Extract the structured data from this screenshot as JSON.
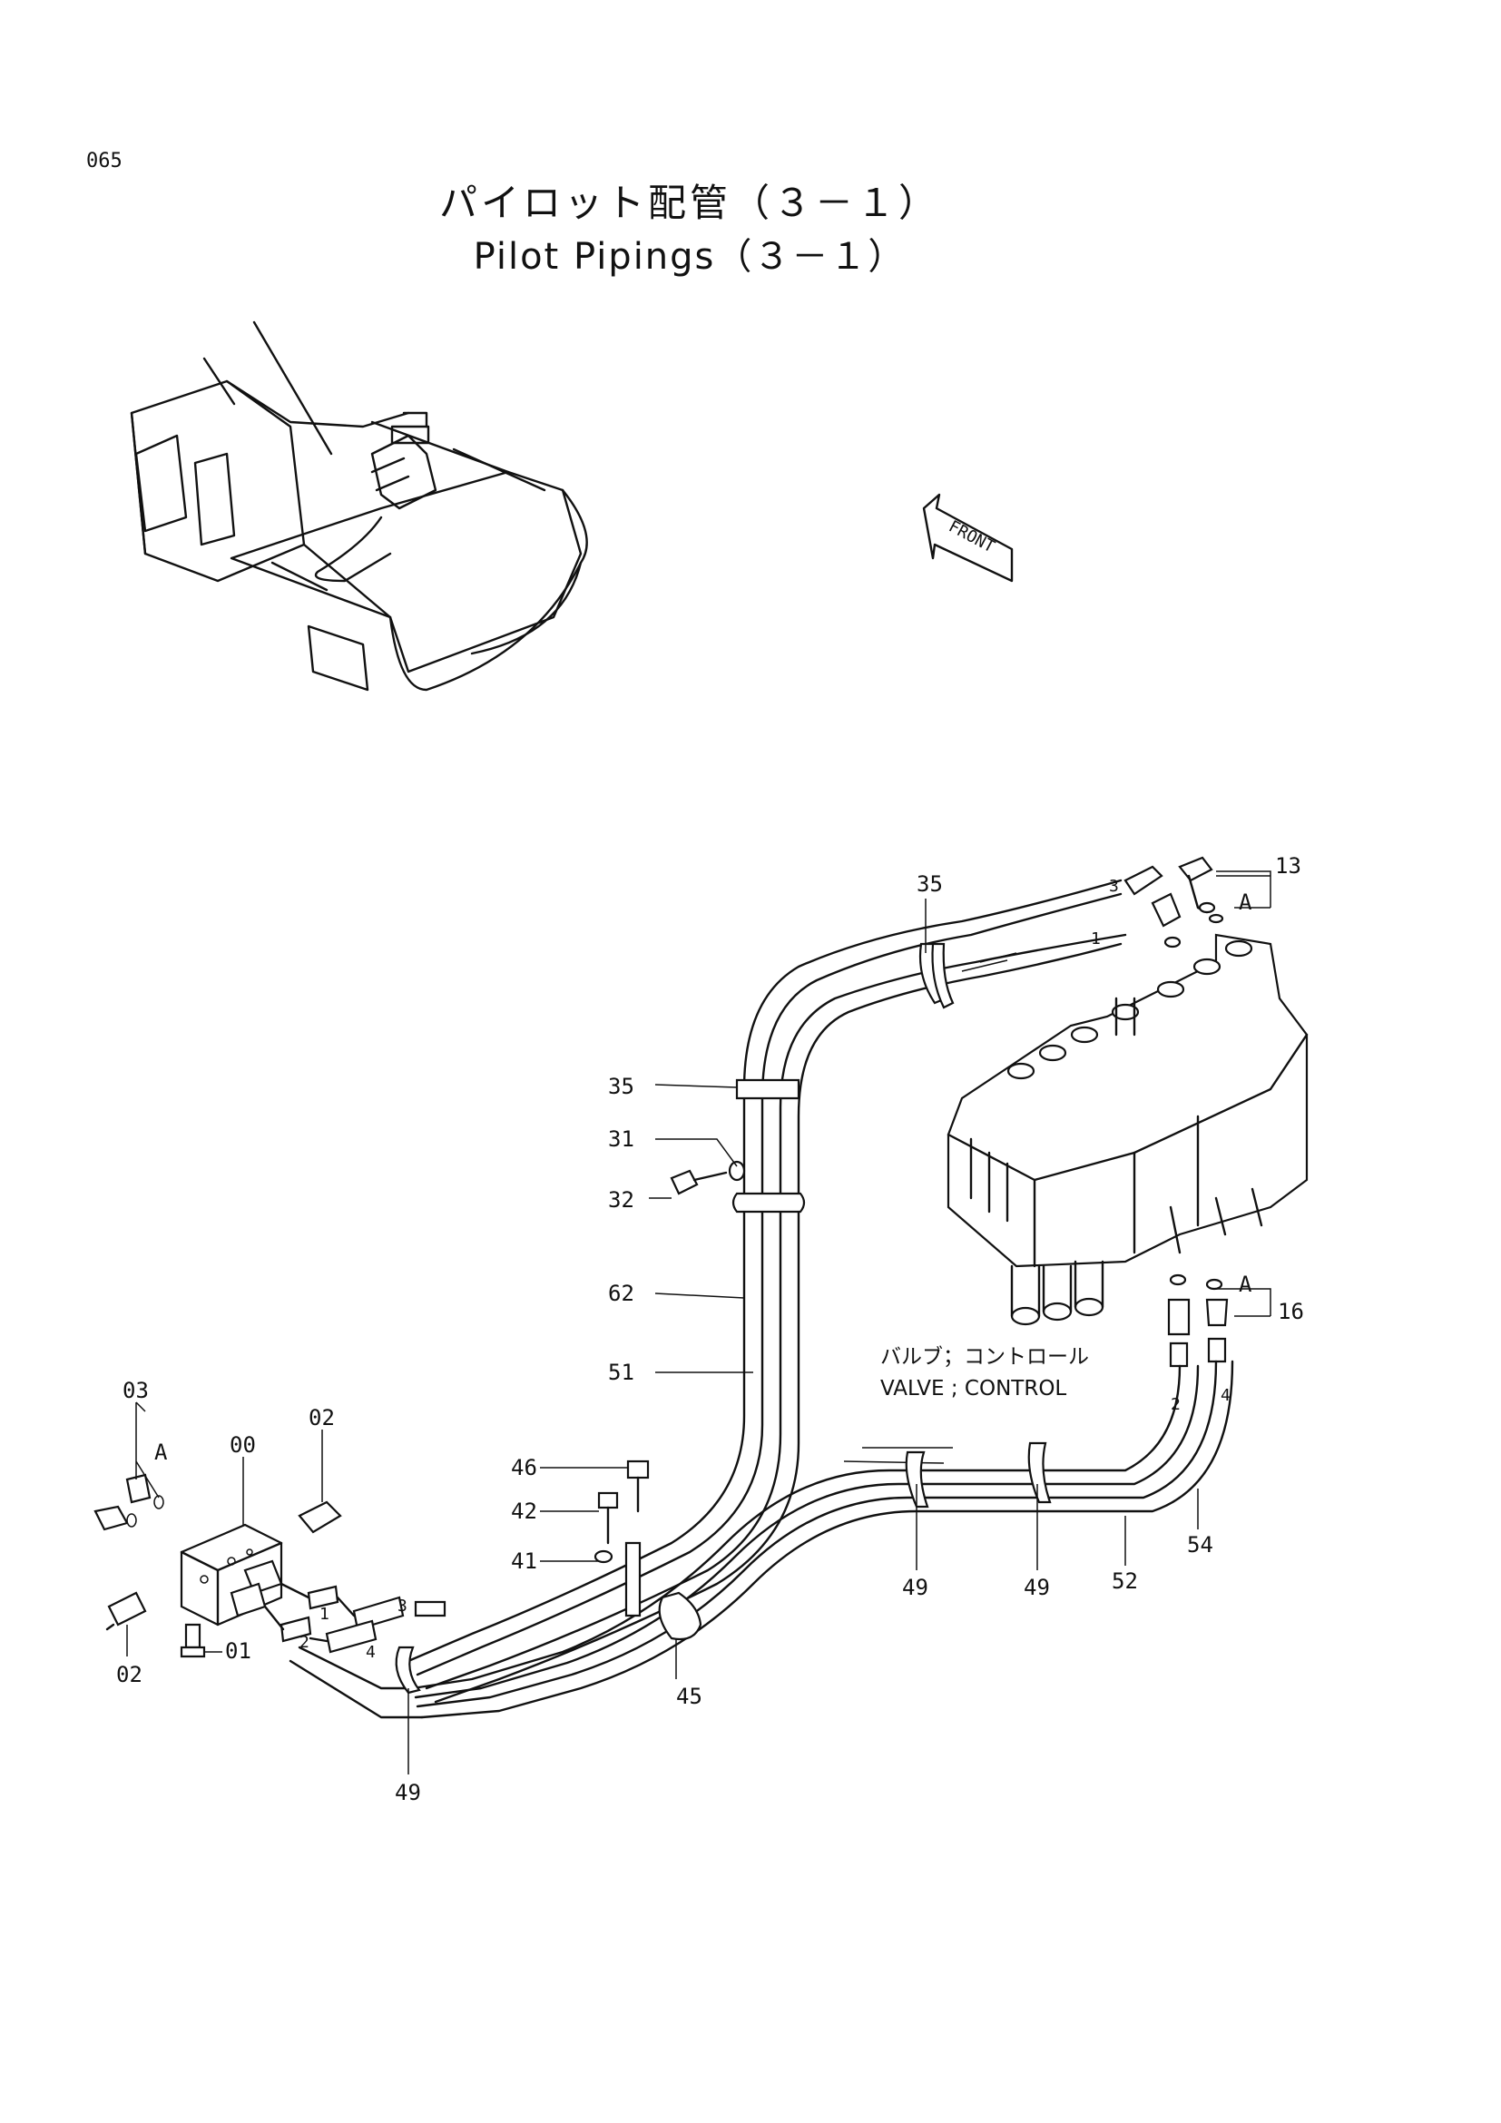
{
  "page": {
    "number": "065"
  },
  "title": {
    "japanese": "パイロット配管（３－１）",
    "english": "Pilot Pipings（３－１）"
  },
  "front_marker": {
    "label": "FRONT"
  },
  "valve_label": {
    "japanese": "バルブ；コントロール",
    "english": "VALVE ; CONTROL"
  },
  "callouts": {
    "c00": "00",
    "c01": "01",
    "c02a": "02",
    "c02b": "02",
    "c03": "03",
    "c13": "13",
    "c16": "16",
    "c31": "31",
    "c32": "32",
    "c35a": "35",
    "c35b": "35",
    "c41": "41",
    "c42": "42",
    "c45": "45",
    "c46": "46",
    "c49a": "49",
    "c49b": "49",
    "c49c": "49",
    "c51": "51",
    "c52": "52",
    "c54": "54",
    "c62": "62",
    "A1": "A",
    "A2": "A",
    "A3": "A"
  },
  "hose_marks": {
    "h1a": "1",
    "h3a": "3",
    "h1b": "1",
    "h2b": "2",
    "h3b": "3",
    "h4b": "4",
    "h2c": "2",
    "h4c": "4"
  }
}
